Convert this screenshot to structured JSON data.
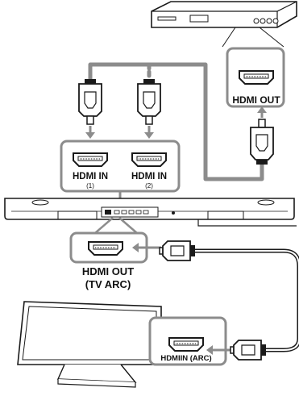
{
  "colors": {
    "cable": "#8c8c8c",
    "outline": "#1a1a1a",
    "plug_fill": "#ffffff",
    "panel_fill": "#ffffff",
    "soundbar_fill": "#ffffff"
  },
  "labels": {
    "player_out": "HDMI OUT",
    "hdmi_in_1": "HDMI IN",
    "hdmi_in_1_num": "(1)",
    "hdmi_in_2": "HDMI IN",
    "hdmi_in_2_num": "(2)",
    "soundbar_out": "HDMI OUT",
    "soundbar_out_sub": "(TV ARC)",
    "tv_in": "HDMIIN (ARC)"
  },
  "icons": [
    "blu-ray-player-icon",
    "hdmi-port-icon",
    "hdmi-plug-icon",
    "soundbar-icon",
    "television-icon",
    "arrow-icon"
  ]
}
